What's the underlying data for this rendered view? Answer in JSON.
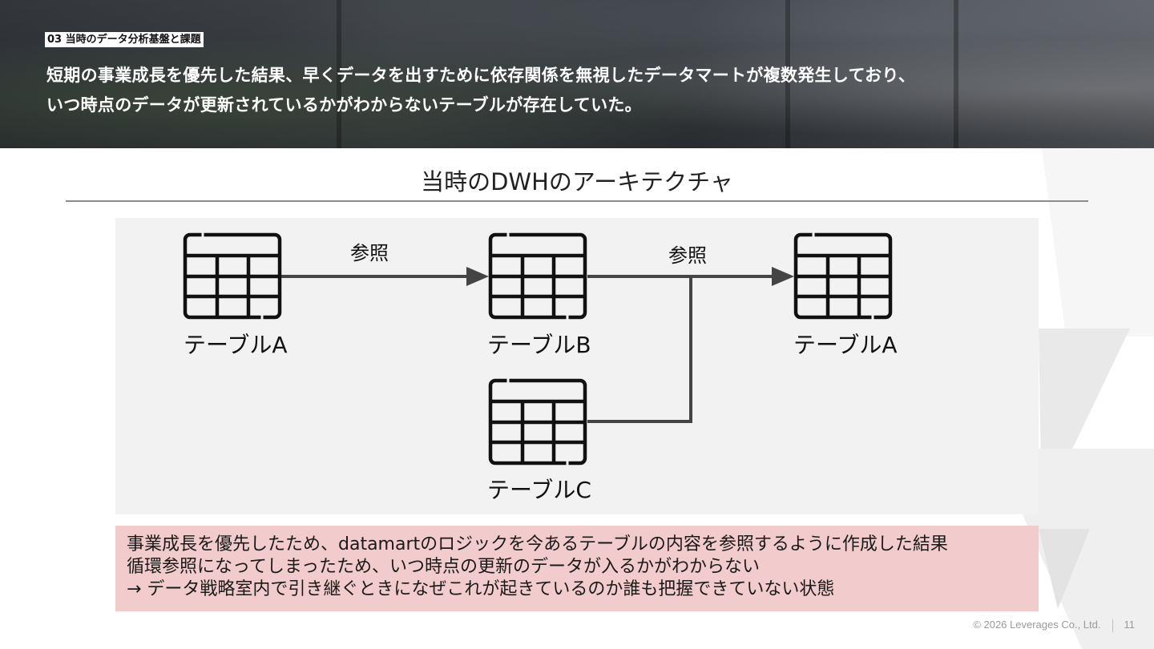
{
  "header": {
    "section_tag": "03 当時のデータ分析基盤と課題",
    "headline_line1": "短期の事業成長を優先した結果、早くデータを出すために依存関係を無視したデータマートが複数発生しており、",
    "headline_line2": "いつ時点のデータが更新されているかがわからないテーブルが存在していた。"
  },
  "diagram": {
    "title": "当時のDWHのアーキテクチャ",
    "nodes": [
      {
        "id": "table-a-left",
        "label": "テーブルA",
        "icon": "table-icon"
      },
      {
        "id": "table-b",
        "label": "テーブルB",
        "icon": "table-icon"
      },
      {
        "id": "table-a-right",
        "label": "テーブルA",
        "icon": "table-icon"
      },
      {
        "id": "table-c",
        "label": "テーブルC",
        "icon": "table-icon"
      }
    ],
    "edges": [
      {
        "from": "table-a-left",
        "to": "table-b",
        "label": "参照"
      },
      {
        "from": "table-b",
        "to": "table-a-right",
        "label": "参照"
      },
      {
        "from": "table-c",
        "to": "table-a-right",
        "label": ""
      }
    ],
    "colors": {
      "panel": "#f2f2f2",
      "line": "#444444",
      "icon": "#111111"
    }
  },
  "note": {
    "line1": "事業成長を優先したため、datamartのロジックを今あるテーブルの内容を参照するように作成した結果",
    "line2": "循環参照になってしまったため、いつ時点の更新のデータが入るかがわからない",
    "line3": "→ データ戦略室内で引き継ぐときになぜこれが起きているのか誰も把握できていない状態",
    "background": "#f2cccc"
  },
  "footer": {
    "copyright": "© 2026 Leverages Co., Ltd.",
    "page_number": "11"
  }
}
